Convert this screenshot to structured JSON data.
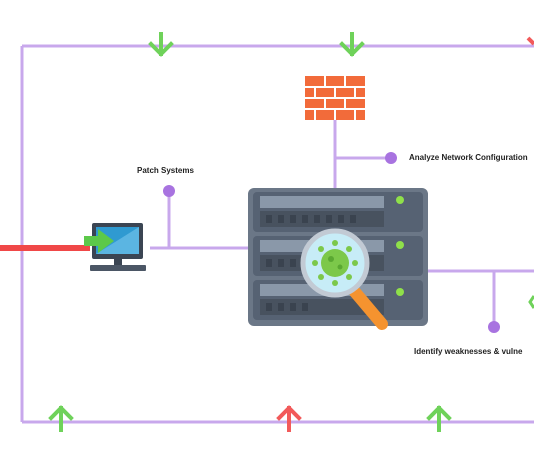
{
  "labels": {
    "patch": "Patch Systems",
    "analyze": "Analyze Network Configuration",
    "identify": "Identify weaknesses & vulne"
  },
  "colors": {
    "line": "#c8a8ec",
    "node": "#a873e0",
    "arrow_green": "#6fd25a",
    "arrow_red": "#f25a5a",
    "red_bar": "#f04848",
    "firewall_orange": "#f26b3a",
    "server_dark": "#566273",
    "server_mid": "#8a98a9",
    "virus_green": "#7cc84a",
    "magnifier_orange": "#f5932f"
  },
  "icons": [
    "firewall-icon",
    "computer-icon",
    "server-rack-icon",
    "virus-icon",
    "magnifier-icon"
  ]
}
